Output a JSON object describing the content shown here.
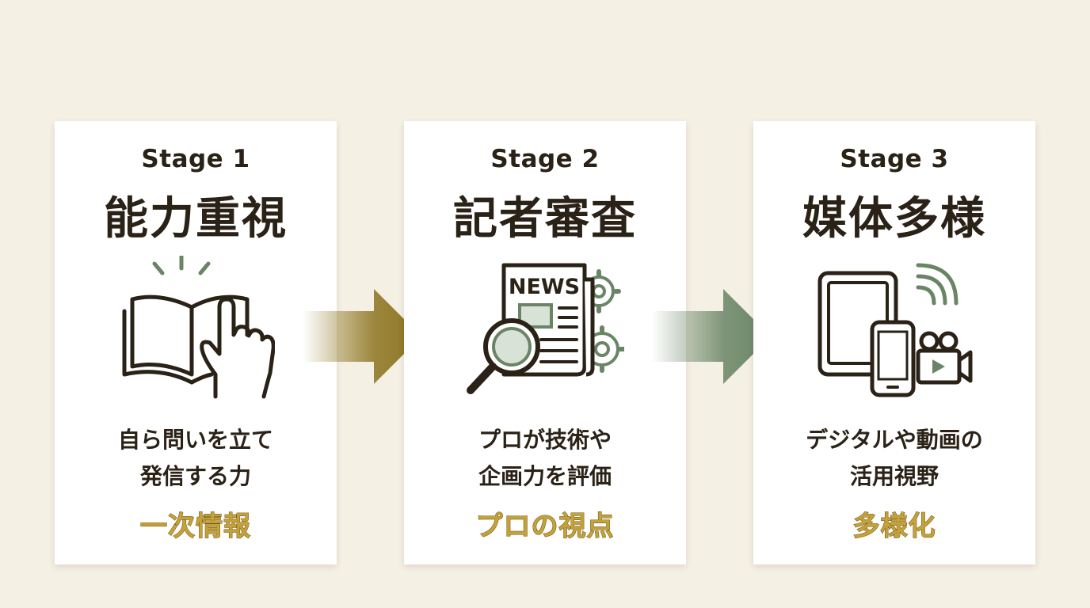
{
  "colors": {
    "background": "#f5f0e4",
    "card": "#ffffff",
    "text": "#2a2117",
    "keyword": "#c4a23a",
    "keyword_outline": "#6b4f12",
    "arrow_1": "#8c7420",
    "arrow_2": "#6a8566",
    "icon_accent": "#6a8566"
  },
  "stages": [
    {
      "label": "Stage 1",
      "title": "能力重視",
      "icon": "book-hand-icon",
      "description_line1": "自ら問いを立て",
      "description_line2": "発信する力",
      "keyword": "一次情報"
    },
    {
      "label": "Stage 2",
      "title": "記者審査",
      "icon": "newspaper-magnifier-icon",
      "icon_text": "NEWS",
      "description_line1": "プロが技術や",
      "description_line2": "企画力を評価",
      "keyword": "プロの視点"
    },
    {
      "label": "Stage 3",
      "title": "媒体多様",
      "icon": "devices-video-icon",
      "description_line1": "デジタルや動画の",
      "description_line2": "活用視野",
      "keyword": "多様化"
    }
  ]
}
